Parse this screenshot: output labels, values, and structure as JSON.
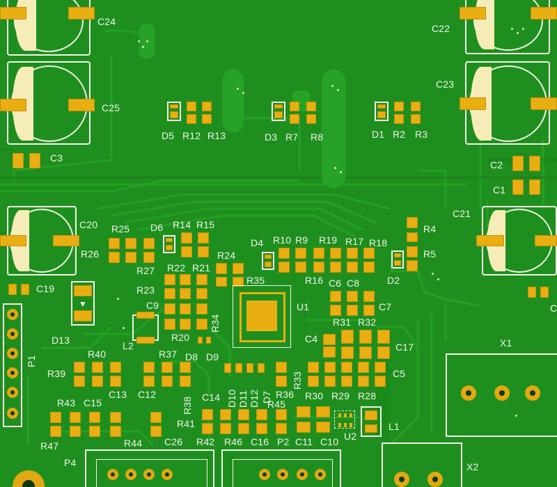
{
  "board": {
    "colors": {
      "solder_mask": "#1e8f1e",
      "copper": "#e9ae12",
      "silkscreen": "#f2f2e6"
    }
  },
  "labels": {
    "c24": "C24",
    "c22": "C22",
    "c25": "C25",
    "c23": "C23",
    "c3": "C3",
    "c2": "C2",
    "c1": "C1",
    "c20": "C20",
    "c21": "C21",
    "c19": "C19",
    "c_edge": "C",
    "d5": "D5",
    "r12": "R12",
    "r13": "R13",
    "d3": "D3",
    "r7": "R7",
    "r8": "R8",
    "d1": "D1",
    "r2": "R2",
    "r3": "R3",
    "r25": "R25",
    "d6": "D6",
    "r14": "R14",
    "r15": "R15",
    "r26": "R26",
    "r27": "R27",
    "d4": "D4",
    "r10": "R10",
    "r9": "R9",
    "r19": "R19",
    "r17": "R17",
    "r18": "R18",
    "r4": "R4",
    "r5": "R5",
    "d2": "D2",
    "r16": "R16",
    "c6": "C6",
    "c8": "C8",
    "c7": "C7",
    "r24": "R24",
    "r22": "R22",
    "r21": "R21",
    "r35": "R35",
    "r23": "R23",
    "c9": "C9",
    "u1": "U1",
    "r34": "R34",
    "r20": "R20",
    "d8": "D8",
    "d9": "D9",
    "l2": "L2",
    "d13": "D13",
    "r31": "R31",
    "r32": "R32",
    "c4": "C4",
    "c17": "C17",
    "c5": "C5",
    "x1": "X1",
    "r40": "R40",
    "r37": "R37",
    "r39": "R39",
    "c13": "C13",
    "c12": "C12",
    "p1": "P1",
    "d10": "D10",
    "d11": "D11",
    "d12": "D12",
    "d7": "D7",
    "r33": "R33",
    "c14": "C14",
    "r38": "R38",
    "r36": "R36",
    "r30": "R30",
    "r29": "R29",
    "r28": "R28",
    "r43": "R43",
    "c15": "C15",
    "r45": "R45",
    "r41": "R41",
    "l1": "L1",
    "u2": "U2",
    "r47": "R47",
    "r44": "R44",
    "c26": "C26",
    "r42": "R42",
    "r46": "R46",
    "c16": "C16",
    "p2": "P2",
    "c11": "C11",
    "c10": "C10",
    "p4": "P4",
    "x2": "X2"
  }
}
